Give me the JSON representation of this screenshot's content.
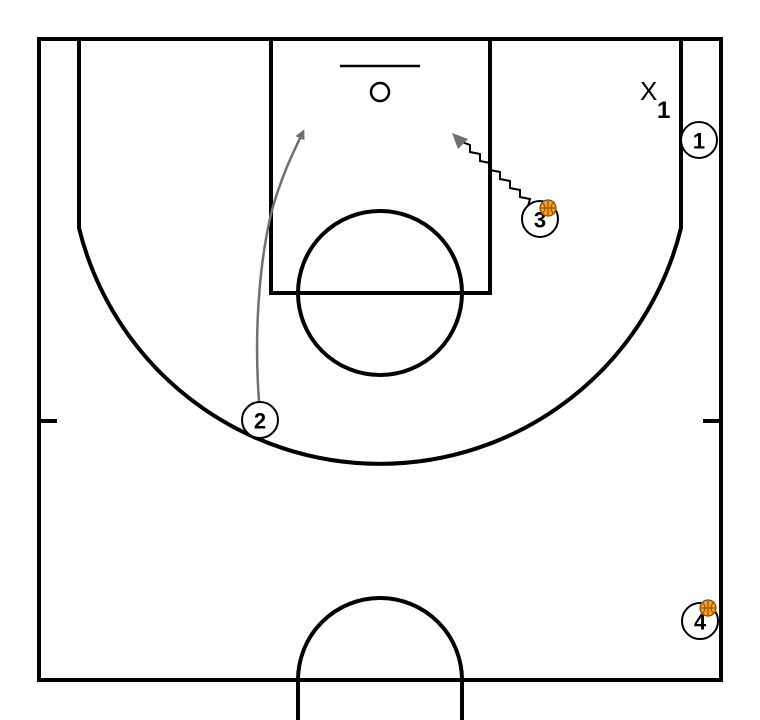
{
  "diagram": {
    "type": "basketball-half-court-play",
    "colors": {
      "court_lines": "#000000",
      "movement_arrow": "#707070",
      "ball_fill": "#f0a020",
      "ball_seams": "#8a4a00",
      "player_fill": "#ffffff"
    },
    "offense": [
      {
        "id": "p1",
        "label": "1",
        "has_ball": false
      },
      {
        "id": "p2",
        "label": "2",
        "has_ball": false
      },
      {
        "id": "p3",
        "label": "3",
        "has_ball": true
      },
      {
        "id": "p4",
        "label": "4",
        "has_ball": true
      }
    ],
    "defense": [
      {
        "id": "d1",
        "mark": "X",
        "sub": "1"
      }
    ],
    "actions": [
      {
        "type": "cut",
        "player": "2",
        "style": "solid-arrow"
      },
      {
        "type": "dribble",
        "player": "3",
        "style": "zigzag-arrow"
      }
    ]
  }
}
